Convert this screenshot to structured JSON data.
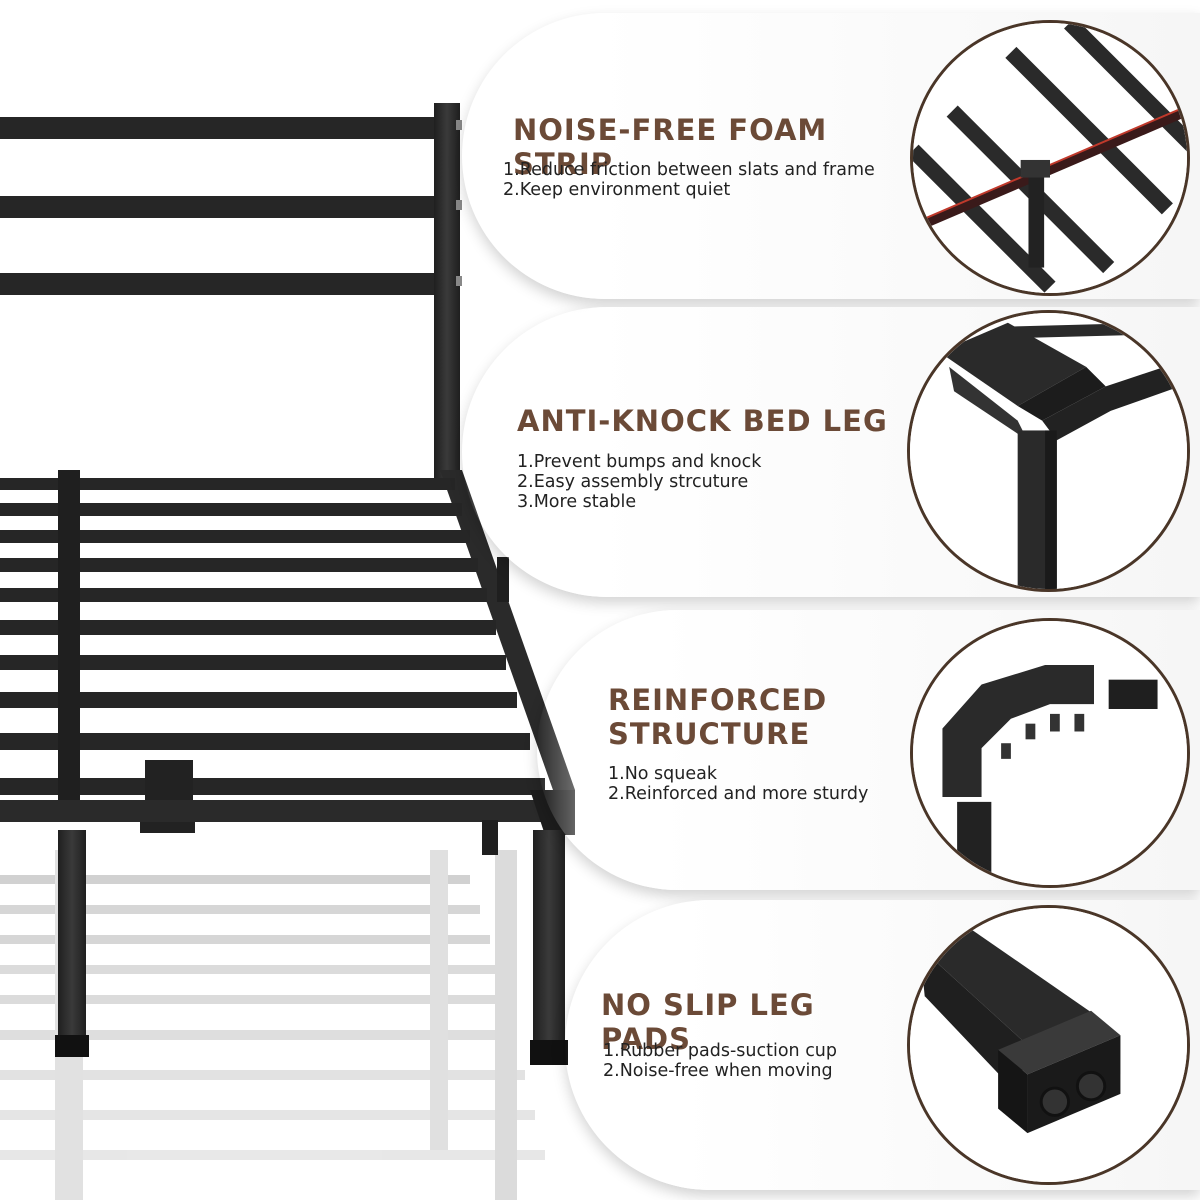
{
  "features": [
    {
      "title": "NOISE-FREE FOAM STRIP",
      "points": [
        "1.Reduce friction between slats and frame",
        "2.Keep environment quiet"
      ],
      "detail_icon": "foam-strip-closeup"
    },
    {
      "title": "ANTI-KNOCK BED LEG",
      "points": [
        "1.Prevent bumps and knock",
        "2.Easy assembly strcuture",
        "3.More stable"
      ],
      "detail_icon": "rounded-corner-leg-closeup"
    },
    {
      "title": "REINFORCED\nSTRUCTURE",
      "points": [
        "1.No squeak",
        "2.Reinforced and more sturdy"
      ],
      "detail_icon": "corner-bracket-closeup"
    },
    {
      "title": "NO SLIP LEG PADS",
      "points": [
        "1.Rubber pads-suction cup",
        "2.Noise-free when moving"
      ],
      "detail_icon": "rubber-leg-pad-closeup"
    }
  ],
  "colors": {
    "title": "#6b4a37",
    "text": "#222222",
    "circle_border": "#4a3628",
    "metal": "#2b2b2b"
  }
}
